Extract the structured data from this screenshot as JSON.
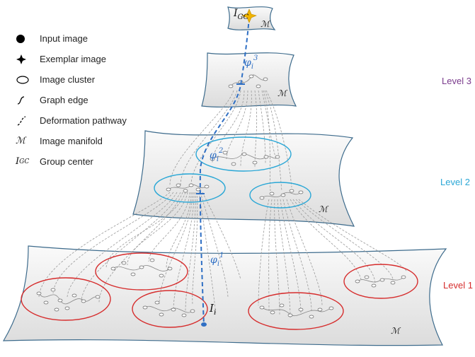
{
  "legend": {
    "items": [
      {
        "icon": "filled-circle-icon",
        "label": "Input image"
      },
      {
        "icon": "star-icon",
        "label": "Exemplar image"
      },
      {
        "icon": "ellipse-icon",
        "label": "Image cluster"
      },
      {
        "icon": "curve-icon",
        "label": "Graph edge"
      },
      {
        "icon": "dashed-curve-icon",
        "label": "Deformation pathway"
      },
      {
        "icon": "manifold-symbol",
        "symbol": "ℳ",
        "label": "Image manifold"
      },
      {
        "icon": "group-center-symbol",
        "symbol": "I",
        "symbol_sub": "GC",
        "label": "Group center"
      }
    ]
  },
  "levels": {
    "level3": {
      "label": "Level 3",
      "color": "#7a3a8c"
    },
    "level2": {
      "label": "Level 2",
      "color": "#2aa7d6"
    },
    "level1": {
      "label": "Level 1",
      "color": "#d62d2d"
    }
  },
  "diagram": {
    "manifold_symbol": "ℳ",
    "group_center": {
      "base": "I",
      "sub": "GC"
    },
    "input_image": {
      "base": "I",
      "sub": "i"
    },
    "phi": {
      "base": "φ",
      "sub": "i",
      "sup1": "1",
      "sup2": "2",
      "sup3": "3"
    },
    "colors": {
      "pathway": "#2f6fc4",
      "cluster_l1": "#d62d2d",
      "cluster_l2": "#2aa7d6",
      "star": "#f0b400",
      "manifold_fill": "#eeeeee",
      "manifold_stroke": "#3d6b8c"
    }
  }
}
